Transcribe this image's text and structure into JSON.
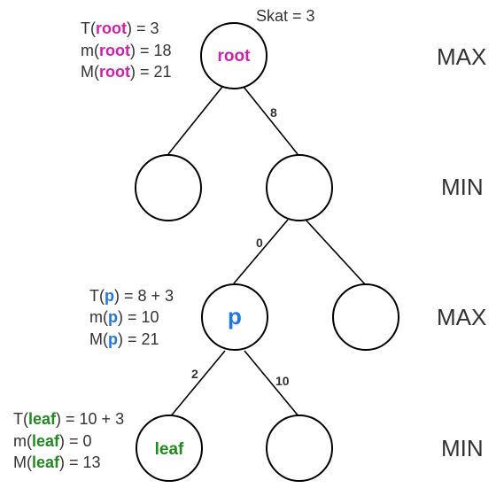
{
  "colors": {
    "root": "#cc22aa",
    "p": "#2277dd",
    "leaf": "#228822",
    "text": "#333333"
  },
  "skat": "Skat = 3",
  "levels": [
    "MAX",
    "MIN",
    "MAX",
    "MIN"
  ],
  "nodes": {
    "root": {
      "label": "root"
    },
    "p": {
      "label": "p"
    },
    "leaf": {
      "label": "leaf"
    }
  },
  "edges": {
    "root_right": "8",
    "min_right_p": "0",
    "p_leaf": "2",
    "p_right": "10"
  },
  "info": {
    "root": [
      {
        "pre": "T(",
        "name": "root",
        "post": ") = 3"
      },
      {
        "pre": "m(",
        "name": "root",
        "post": ") = 18"
      },
      {
        "pre": "M(",
        "name": "root",
        "post": ") = 21"
      }
    ],
    "p": [
      {
        "pre": "T(",
        "name": "p",
        "post": ") = 8 + 3"
      },
      {
        "pre": "m(",
        "name": "p",
        "post": ") = 10"
      },
      {
        "pre": "M(",
        "name": "p",
        "post": ") = 21"
      }
    ],
    "leaf": [
      {
        "pre": "T(",
        "name": "leaf",
        "post": ") = 10 + 3"
      },
      {
        "pre": "m(",
        "name": "leaf",
        "post": ") = 0"
      },
      {
        "pre": "M(",
        "name": "leaf",
        "post": ") = 13"
      }
    ]
  }
}
